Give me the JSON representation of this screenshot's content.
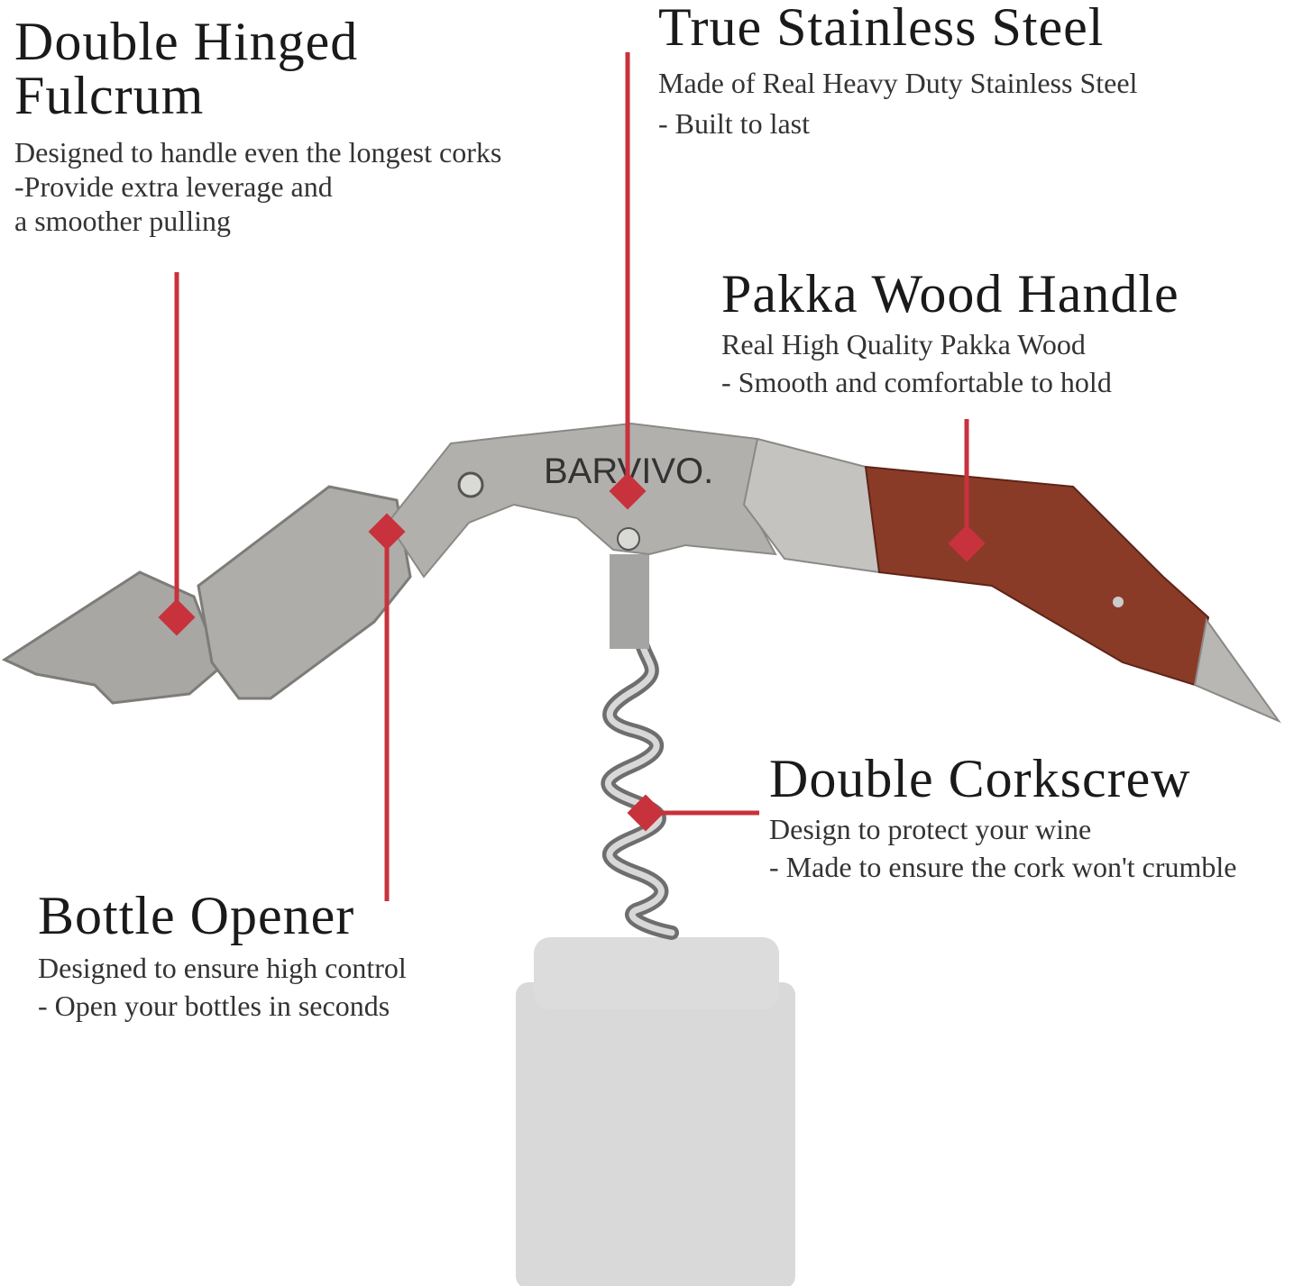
{
  "features": [
    {
      "title": "Double Hinged Fulcrum",
      "title_lines": [
        "Double Hinged",
        "Fulcrum"
      ],
      "lines": [
        "Designed to handle even the longest corks",
        "-Provide extra leverage and",
        "a smoother pulling"
      ]
    },
    {
      "title": "True Stainless Steel",
      "lines": [
        "Made of Real Heavy Duty Stainless Steel",
        "- Built to last"
      ]
    },
    {
      "title": "Pakka Wood Handle",
      "lines": [
        "Real High Quality Pakka Wood",
        "- Smooth and comfortable to hold"
      ]
    },
    {
      "title": "Double Corkscrew",
      "lines": [
        "Design to protect your wine",
        "- Made to ensure the cork won't crumble"
      ]
    },
    {
      "title": "Bottle Opener",
      "lines": [
        "Designed to ensure high control",
        "- Open your bottles in seconds"
      ]
    }
  ],
  "brand_engraving": "BARVIVO.",
  "colors": {
    "callout": "#c8323c",
    "steel": "#a9a7a3",
    "wood": "#8a3b28",
    "bottle": "#d9d9d9"
  }
}
